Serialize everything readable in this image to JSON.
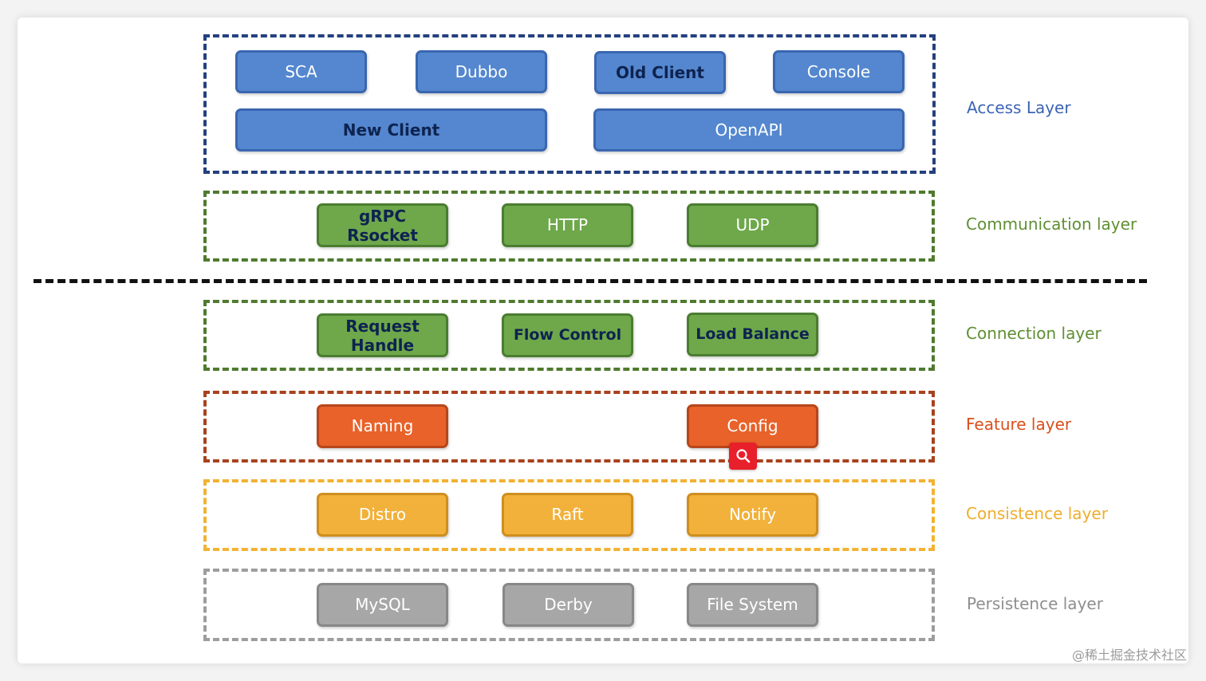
{
  "layers": {
    "access": {
      "label": "Access Layer",
      "color": "#3c64b4",
      "boxes": {
        "sca": "SCA",
        "dubbo": "Dubbo",
        "old_client": "Old Client",
        "console": "Console",
        "new_client": "New Client",
        "openapi": "OpenAPI"
      }
    },
    "communication": {
      "label": "Communication layer",
      "color": "#5f8f33",
      "boxes": {
        "grpc": "gRPC",
        "rsocket": "Rsocket",
        "http": "HTTP",
        "udp": "UDP"
      }
    },
    "connection": {
      "label": "Connection layer",
      "color": "#5f8f33",
      "boxes": {
        "request": "Request",
        "handle": "Handle",
        "flow_control": "Flow Control",
        "load_balance": "Load Balance"
      }
    },
    "feature": {
      "label": "Feature layer",
      "color": "#d94f1c",
      "boxes": {
        "naming": "Naming",
        "config": "Config"
      }
    },
    "consistence": {
      "label": "Consistence layer",
      "color": "#efad2e",
      "boxes": {
        "distro": "Distro",
        "raft": "Raft",
        "notify": "Notify"
      }
    },
    "persistence": {
      "label": "Persistence layer",
      "color": "#8e8e8e",
      "boxes": {
        "mysql": "MySQL",
        "derby": "Derby",
        "file_system": "File System"
      }
    }
  },
  "zoom_icon": "search-icon",
  "watermark": "@稀土掘金技术社区"
}
